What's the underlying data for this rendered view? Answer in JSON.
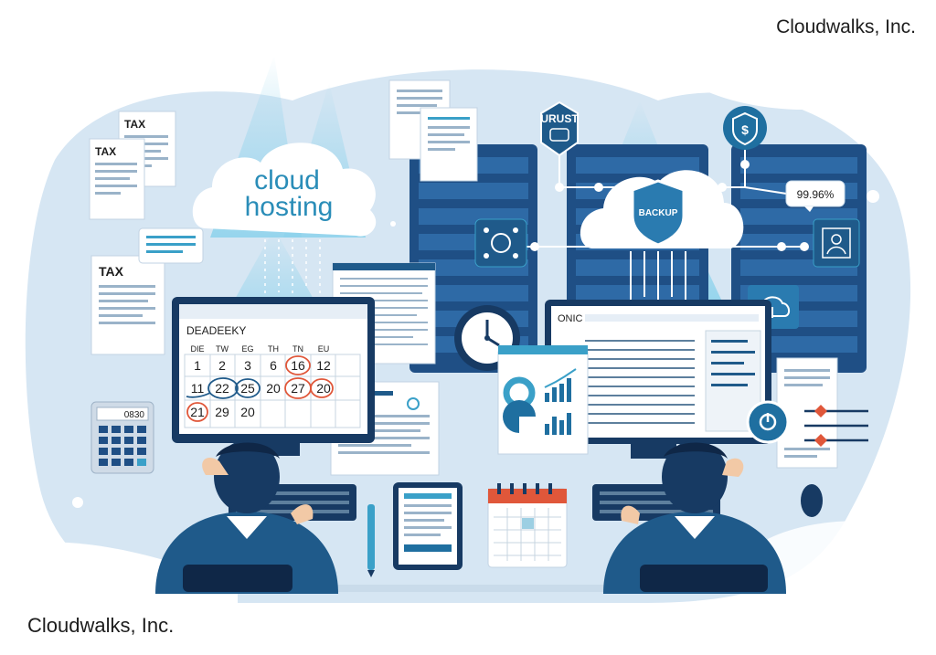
{
  "brand": {
    "top": "Cloudwalks, Inc.",
    "bottom": "Cloudwalks, Inc."
  },
  "cloud_hosting": {
    "line1": "cloud",
    "line2": "hosting"
  },
  "backup_label": "BACKUP",
  "trust_label": "URUST",
  "uptime_label": "99.96%",
  "tax_labels": [
    "TAX",
    "TAX",
    "TAX"
  ],
  "calendar": {
    "title": "DEADEEKY",
    "weekdays": [
      "DIE",
      "TW",
      "EG",
      "TH",
      "TN",
      "EU"
    ],
    "rows": [
      [
        "1",
        "2",
        "3",
        "6",
        "16",
        "12"
      ],
      [
        "11",
        "22",
        "25",
        "20",
        "27",
        "20"
      ],
      [
        "21",
        "29",
        "20",
        "",
        "",
        ""
      ]
    ]
  },
  "calculator_display": "0830",
  "monitor_right_title": "ONIC",
  "colors": {
    "primary": "#1f5a8a",
    "dark_navy": "#173a63",
    "accent": "#3aa0c8",
    "light_bg": "#d6e6f3",
    "alert": "#e0573a"
  }
}
